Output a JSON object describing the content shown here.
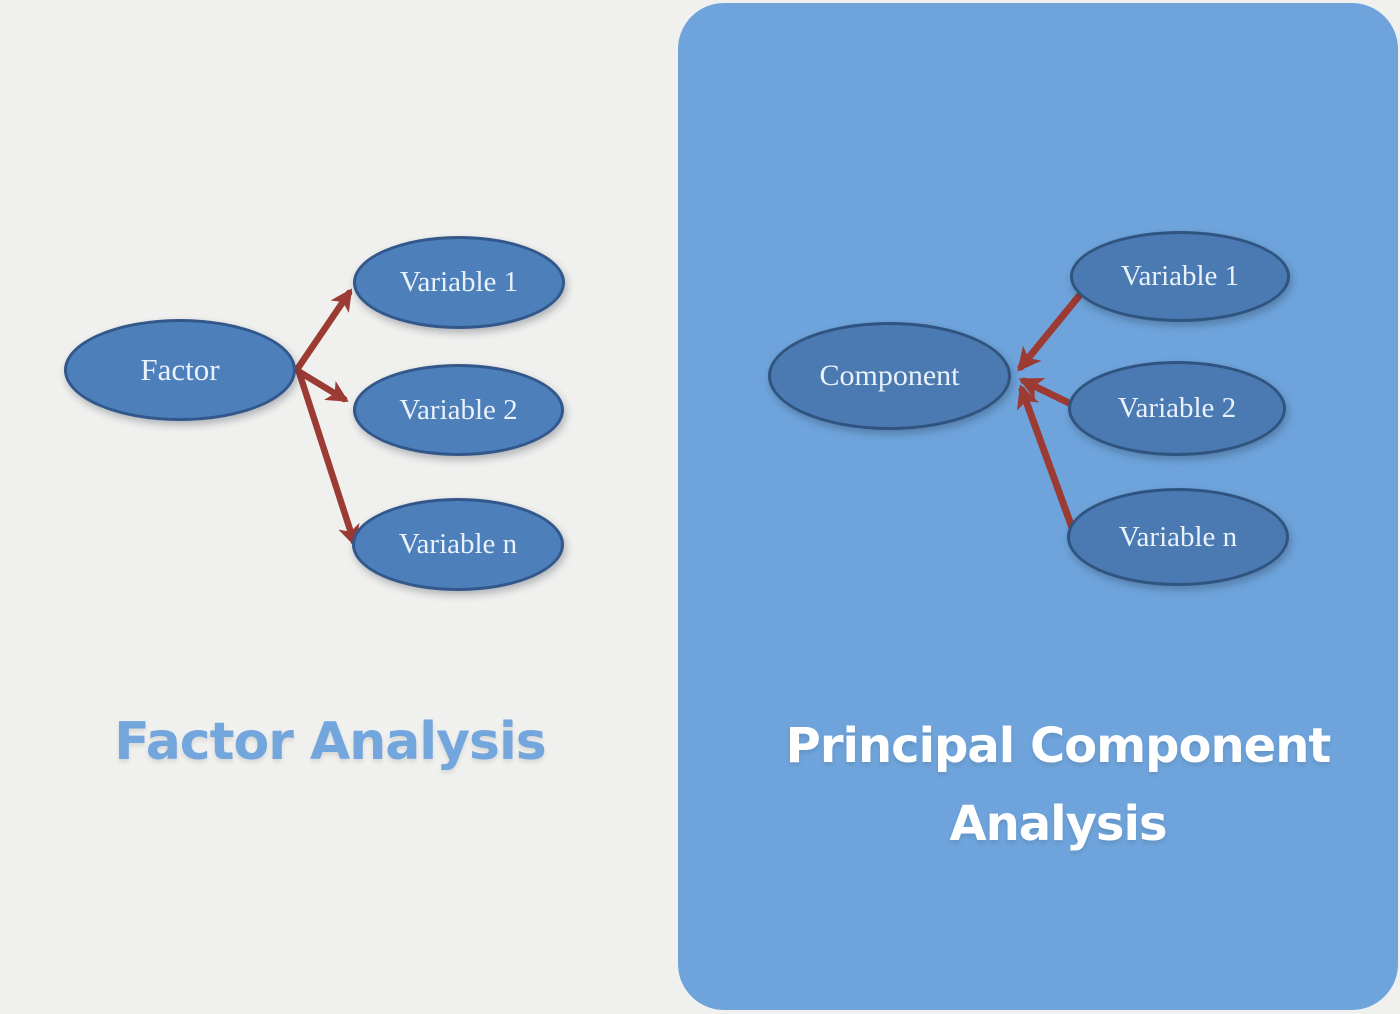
{
  "background_color": "#f0f0ee",
  "left_diagram": {
    "title": "Factor Analysis",
    "title_color": "#72a6dc",
    "nodes": {
      "factor": "Factor",
      "variable1": "Variable 1",
      "variable2": "Variable 2",
      "variablen": "Variable n"
    },
    "edges": [
      {
        "from": "Factor",
        "to": "Variable 1"
      },
      {
        "from": "Factor",
        "to": "Variable 2"
      },
      {
        "from": "Factor",
        "to": "Variable n"
      }
    ]
  },
  "right_diagram": {
    "title": "Principal Component Analysis",
    "title_color": "#ffffff",
    "panel_color": "#6ea4db",
    "nodes": {
      "component": "Component",
      "variable1": "Variable 1",
      "variable2": "Variable 2",
      "variablen": "Variable n"
    },
    "edges": [
      {
        "from": "Variable 1",
        "to": "Component"
      },
      {
        "from": "Variable 2",
        "to": "Component"
      },
      {
        "from": "Variable n",
        "to": "Component"
      }
    ]
  },
  "colors": {
    "node_fill_left": "#4d7fba",
    "node_border_left": "#32578a",
    "node_fill_right": "#4a7ab1",
    "node_border_right": "#2f5480",
    "node_text": "#e9f1fb",
    "arrow": "#9c3a34"
  }
}
